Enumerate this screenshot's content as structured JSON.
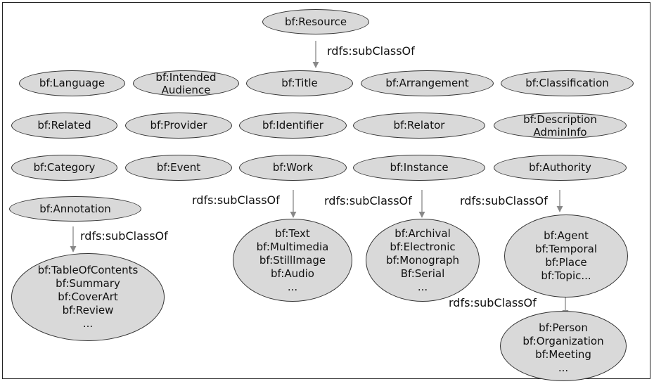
{
  "colors": {
    "node_fill": "#d9d9d9",
    "node_stroke": "#333333",
    "arrow": "#888888",
    "text": "#111111"
  },
  "root": "bf:Resource",
  "relation_label": "rdfs:subClassOf",
  "row1": [
    "bf:Language",
    "bf:Intended Audience",
    "bf:Title",
    "bf:Arrangement",
    "bf:Classification"
  ],
  "row2": [
    "bf:Related",
    "bf:Provider",
    "bf:Identifier",
    "bf:Relator",
    "bf:Description AdminInfo"
  ],
  "row3": [
    "bf:Category",
    "bf:Event",
    "bf:Work",
    "bf:Instance",
    "bf:Authority"
  ],
  "annotation": "bf:Annotation",
  "annotation_subclasses": [
    "bf:TableOfContents",
    "bf:Summary",
    "bf:CoverArt",
    "bf:Review",
    "..."
  ],
  "work_subclasses": [
    "bf:Text",
    "bf:Multimedia",
    "bf:StillImage",
    "bf:Audio",
    "..."
  ],
  "instance_subclasses": [
    "bf:Archival",
    "bf:Electronic",
    "bf:Monograph",
    "Bf:Serial",
    "..."
  ],
  "authority_subclasses": [
    "bf:Agent",
    "bf:Temporal",
    "bf:Place",
    "bf:Topic..."
  ],
  "agent_subclasses": [
    "bf:Person",
    "bf:Organization",
    "bf:Meeting",
    "..."
  ]
}
